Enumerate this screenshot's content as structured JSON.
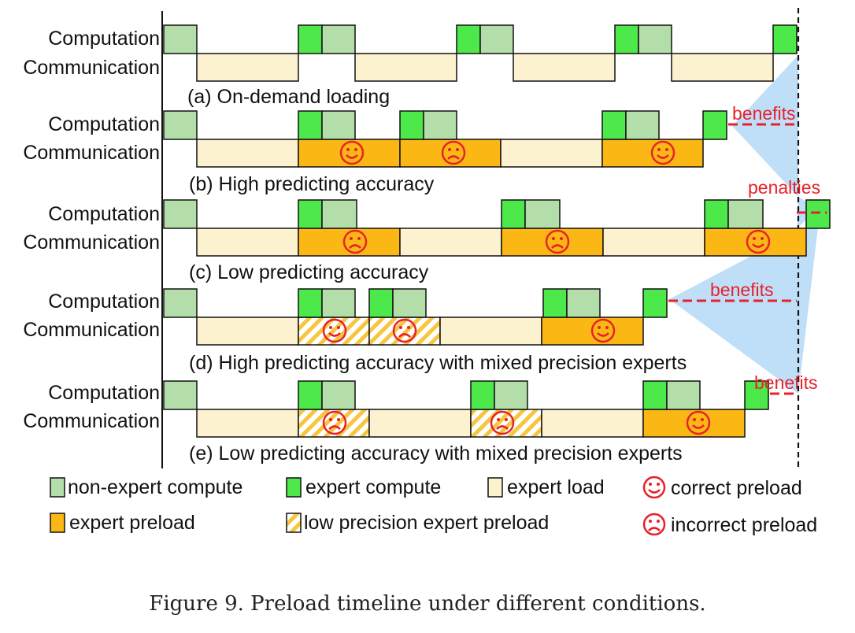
{
  "labels": {
    "computation": "Computation",
    "communication": "Communication"
  },
  "scenarios": [
    {
      "caption": "(a) On-demand loading"
    },
    {
      "caption": "(b) High predicting accuracy",
      "annotation": "benefits"
    },
    {
      "caption": "(c) Low predicting accuracy",
      "annotation": "penalties"
    },
    {
      "caption": "(d) High predicting accuracy with mixed precision experts",
      "annotation": "benefits"
    },
    {
      "caption": "(e) Low predicting accuracy with mixed precision experts",
      "annotation": "benefits"
    }
  ],
  "legend": [
    {
      "key": "non_expert",
      "label": "non-expert compute"
    },
    {
      "key": "expert_compute",
      "label": "expert compute"
    },
    {
      "key": "expert_load",
      "label": "expert load"
    },
    {
      "key": "correct",
      "label": "correct preload"
    },
    {
      "key": "expert_preload",
      "label": "expert preload"
    },
    {
      "key": "low_precision",
      "label": "low precision expert preload"
    },
    {
      "key": "incorrect",
      "label": "incorrect preload"
    }
  ],
  "colors": {
    "non_expert": "#b3deaa",
    "expert_compute": "#4de84a",
    "expert_load": "#fdf2d0",
    "expert_preload": "#fbb814",
    "hatch": "#f7c63e",
    "annotation": "#e8212b",
    "shade": "#b8dcf8"
  },
  "caption": "Figure 9. Preload timeline under different conditions."
}
